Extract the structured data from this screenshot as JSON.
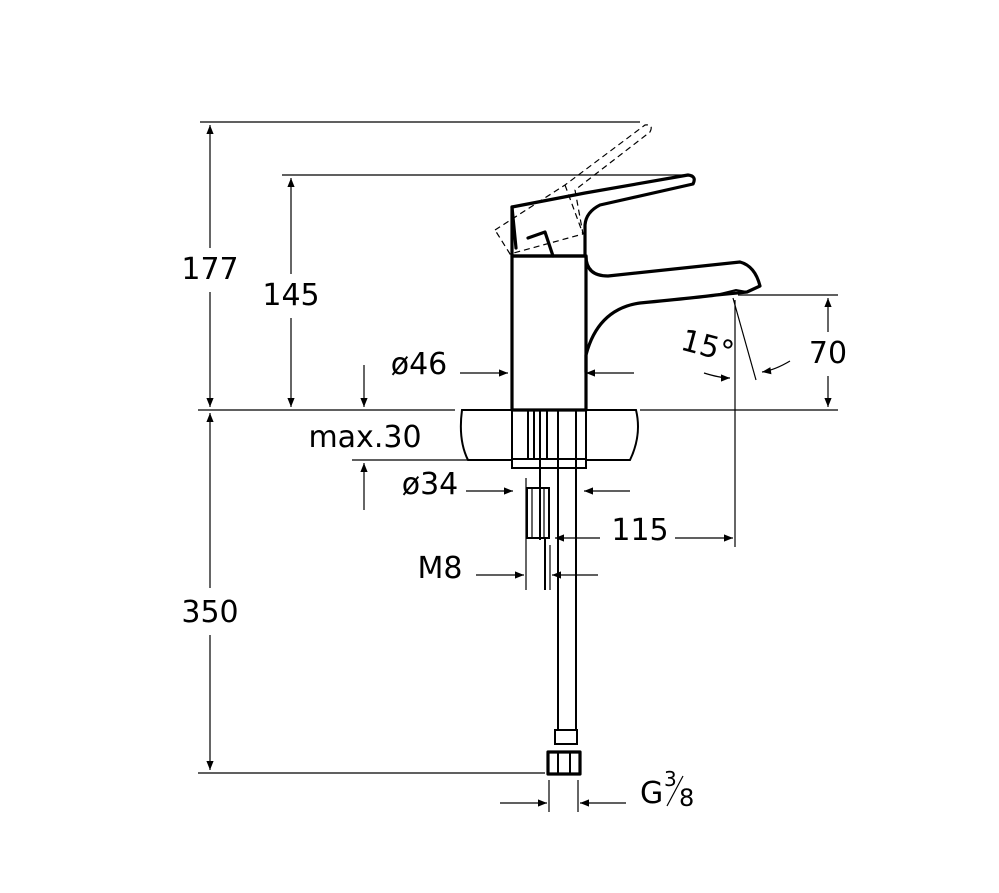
{
  "dimensions": {
    "height_max": "177",
    "height_body": "145",
    "body_diameter": "ø46",
    "deck_thickness": "max.30",
    "hole_diameter": "ø34",
    "spout_height": "70",
    "spout_angle": "15°",
    "projection": "115",
    "rod_thread": "M8",
    "hose_length": "350",
    "connection_g": "G",
    "connection_num": "3",
    "connection_den": "8"
  },
  "icons": [
    "arrow-icon"
  ]
}
